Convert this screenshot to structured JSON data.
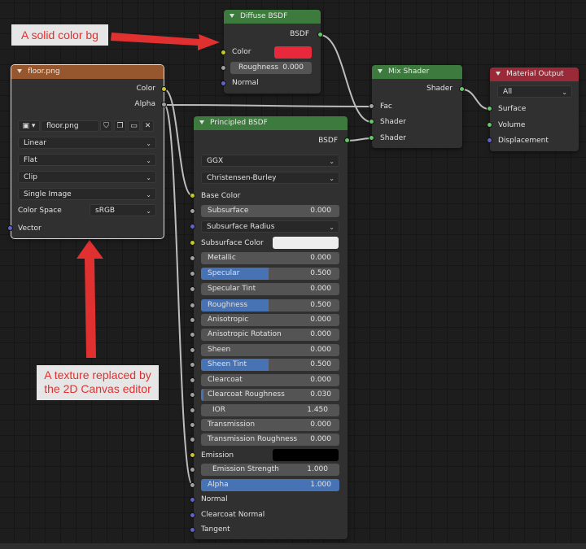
{
  "annotations": {
    "solid_color": "A solid color bg",
    "texture_line1": "A texture replaced by",
    "texture_line2": "the 2D Canvas editor"
  },
  "diffuse": {
    "title": "Diffuse BSDF",
    "out_bsdf": "BSDF",
    "color_label": "Color",
    "color_value": "#e8293c",
    "roughness_label": "Roughness",
    "roughness_value": "0.000",
    "normal_label": "Normal"
  },
  "image_texture": {
    "title": "floor.png",
    "out_color": "Color",
    "out_alpha": "Alpha",
    "image_name": "floor.png",
    "interpolation": "Linear",
    "projection": "Flat",
    "extension": "Clip",
    "source": "Single Image",
    "color_space_label": "Color Space",
    "color_space_value": "sRGB",
    "vector_label": "Vector"
  },
  "mix_shader": {
    "title": "Mix Shader",
    "out_shader": "Shader",
    "fac": "Fac",
    "shader1": "Shader",
    "shader2": "Shader"
  },
  "material_output": {
    "title": "Material Output",
    "target": "All",
    "surface": "Surface",
    "volume": "Volume",
    "displacement": "Displacement"
  },
  "principled": {
    "title": "Principled BSDF",
    "out_bsdf": "BSDF",
    "distribution": "GGX",
    "subsurface_method": "Christensen-Burley",
    "base_color_label": "Base Color",
    "subsurface_color_label": "Subsurface Color",
    "subsurface_color_value": "#eeeeee",
    "subsurface_radius_label": "Subsurface Radius",
    "emission_label": "Emission",
    "emission_color_value": "#000000",
    "fields": [
      {
        "label": "Subsurface",
        "value": "0.000",
        "fill": 0.0
      },
      {
        "label": "Metallic",
        "value": "0.000",
        "fill": 0.0
      },
      {
        "label": "Specular",
        "value": "0.500",
        "fill": 0.5
      },
      {
        "label": "Specular Tint",
        "value": "0.000",
        "fill": 0.0
      },
      {
        "label": "Roughness",
        "value": "0.500",
        "fill": 0.5
      },
      {
        "label": "Anisotropic",
        "value": "0.000",
        "fill": 0.0
      },
      {
        "label": "Anisotropic Rotation",
        "value": "0.000",
        "fill": 0.0
      },
      {
        "label": "Sheen",
        "value": "0.000",
        "fill": 0.0
      },
      {
        "label": "Sheen Tint",
        "value": "0.500",
        "fill": 0.5
      },
      {
        "label": "Clearcoat",
        "value": "0.000",
        "fill": 0.0
      },
      {
        "label": "Clearcoat Roughness",
        "value": "0.030",
        "fill": 0.03
      },
      {
        "label": "IOR",
        "value": "1.450",
        "fill": 0.0
      },
      {
        "label": "Transmission",
        "value": "0.000",
        "fill": 0.0
      },
      {
        "label": "Transmission Roughness",
        "value": "0.000",
        "fill": 0.0
      },
      {
        "label": "Emission Strength",
        "value": "1.000",
        "fill": 0.0
      },
      {
        "label": "Alpha",
        "value": "1.000",
        "fill": 1.0
      }
    ],
    "normal_label": "Normal",
    "clearcoat_normal_label": "Clearcoat Normal",
    "tangent_label": "Tangent"
  },
  "icons": [
    "image-icon",
    "shield-icon",
    "duplicate-icon",
    "folder-icon",
    "close-icon"
  ],
  "colors": {
    "accent": "#4772b3",
    "arrow": "#e03030"
  }
}
